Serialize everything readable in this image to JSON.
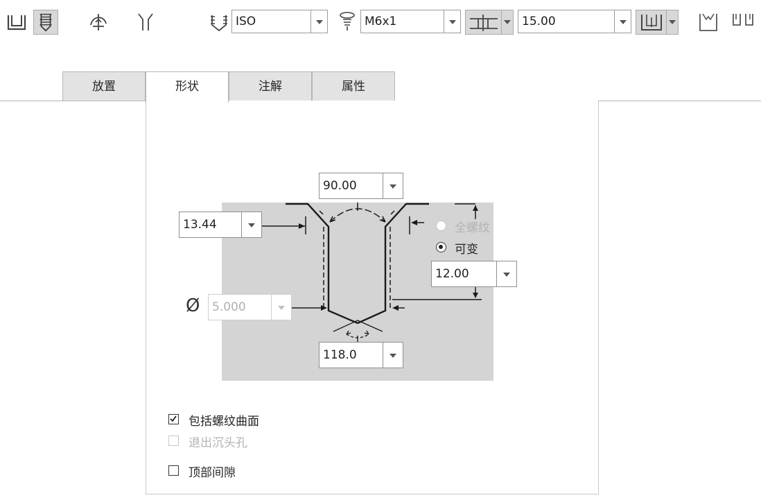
{
  "toolbar": {
    "icons": {
      "simple_hole": "simple-hole-icon",
      "standard_thread_hole": "standard-thread-hole-icon",
      "sketched_hole": "sketched-hole-icon",
      "tapered_hole": "tapered-hole-icon",
      "thread_type": "thread-type-icon",
      "screw_size": "screw-size-icon",
      "depth_option": "depth-option-icon",
      "tapping": "tapping-icon",
      "countersink": "countersink-icon",
      "counterbore": "counterbore-icon"
    },
    "thread_standard": "ISO",
    "screw_size": "M6x1",
    "depth_value": "15.00"
  },
  "tabs": [
    {
      "label": "放置",
      "active": false
    },
    {
      "label": "形状",
      "active": true
    },
    {
      "label": "注解",
      "active": false
    },
    {
      "label": "属性",
      "active": false
    }
  ],
  "shape": {
    "angle_top": "90.00",
    "countersink_diameter": "13.44",
    "drill_diameter_symbol": "Ø",
    "drill_diameter": "5.000",
    "tip_angle": "118.0",
    "thread_depth": "12.00",
    "thread_mode": {
      "full_thread_label": "全螺纹",
      "full_thread_selected": false,
      "full_thread_enabled": false,
      "variable_label": "可变",
      "variable_selected": true
    }
  },
  "options": {
    "include_thread_surface": {
      "label": "包括螺纹曲面",
      "checked": true,
      "enabled": true
    },
    "exit_countersink": {
      "label": "退出沉头孔",
      "checked": false,
      "enabled": false
    },
    "top_clearance": {
      "label": "顶部间隙",
      "checked": false,
      "enabled": true
    }
  },
  "colors": {
    "diagram_background": "#d4d4d4",
    "pressed_button": "#d8d8d8",
    "tab_inactive": "#e3e3e3"
  }
}
